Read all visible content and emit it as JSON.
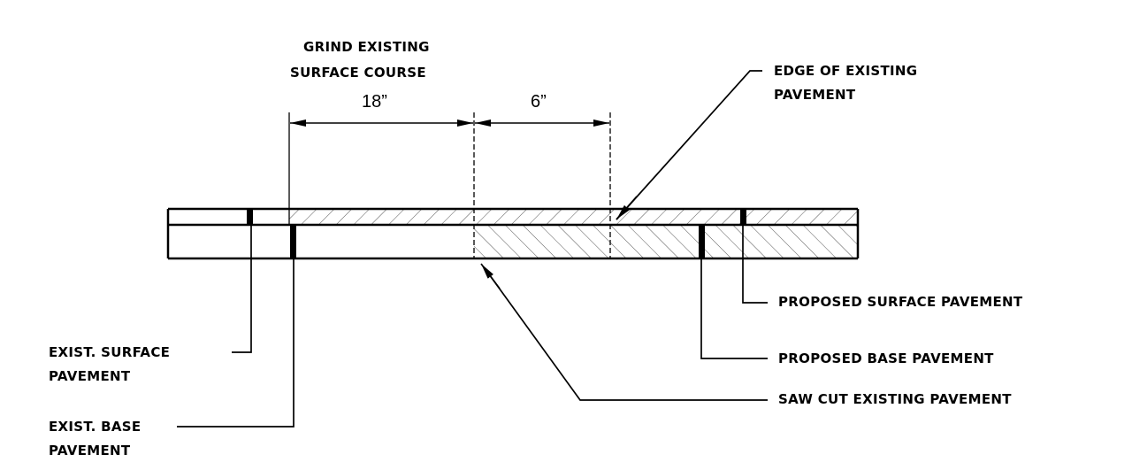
{
  "diagram": {
    "title": {
      "line1": "GRIND EXISTING",
      "line2": "SURFACE COURSE"
    },
    "dimensions": {
      "grind_width": "18”",
      "offset_width": "6”"
    },
    "callouts": {
      "edge_existing": {
        "line1": "EDGE OF EXISTING",
        "line2": "PAVEMENT"
      },
      "proposed_surface": "PROPOSED SURFACE PAVEMENT",
      "proposed_base": "PROPOSED BASE PAVEMENT",
      "saw_cut": "SAW CUT EXISTING PAVEMENT",
      "exist_surface": {
        "line1": "EXIST. SURFACE",
        "line2": "PAVEMENT"
      },
      "exist_base": {
        "line1": "EXIST. BASE",
        "line2": "PAVEMENT"
      }
    },
    "colors": {
      "line": "#000000",
      "hatch": "#555555",
      "background": "#ffffff"
    }
  }
}
